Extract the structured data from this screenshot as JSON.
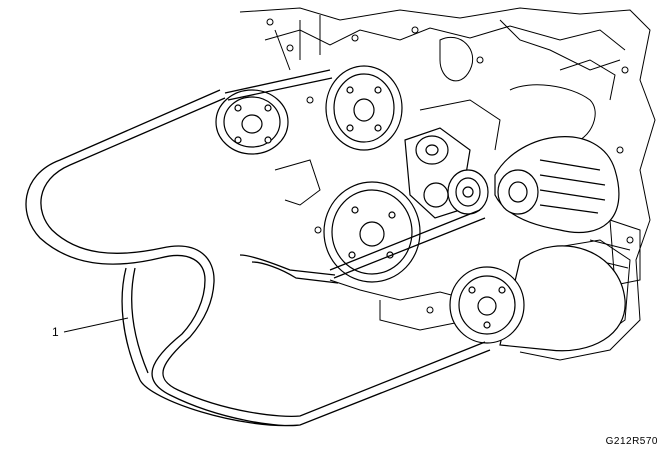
{
  "callouts": [
    {
      "number": "1",
      "target": "drive-belt"
    }
  ],
  "figure_code": "G212R570",
  "colors": {
    "line": "#000000",
    "background": "#ffffff"
  }
}
